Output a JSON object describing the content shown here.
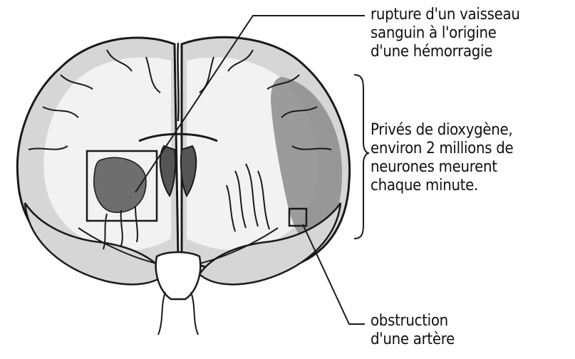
{
  "labels": {
    "rupture": [
      "rupture d'un vaisseau",
      "sanguin à l'origine",
      "d'une hémorragie"
    ],
    "privation": [
      "Privés de dioxygène,",
      "environ 2 millions de",
      "neurones meurent",
      "chaque minute."
    ],
    "obstruction": [
      "obstruction",
      "d'une artère"
    ]
  },
  "colors": {
    "outline": "#1a1a1a",
    "brain_fill": "#efefef",
    "grey_matter": "#cfcfcf",
    "ischemic_zone": "#8c8c8c",
    "hemorrhage": "#6e6e6e",
    "vessels": "#1a1a1a"
  }
}
